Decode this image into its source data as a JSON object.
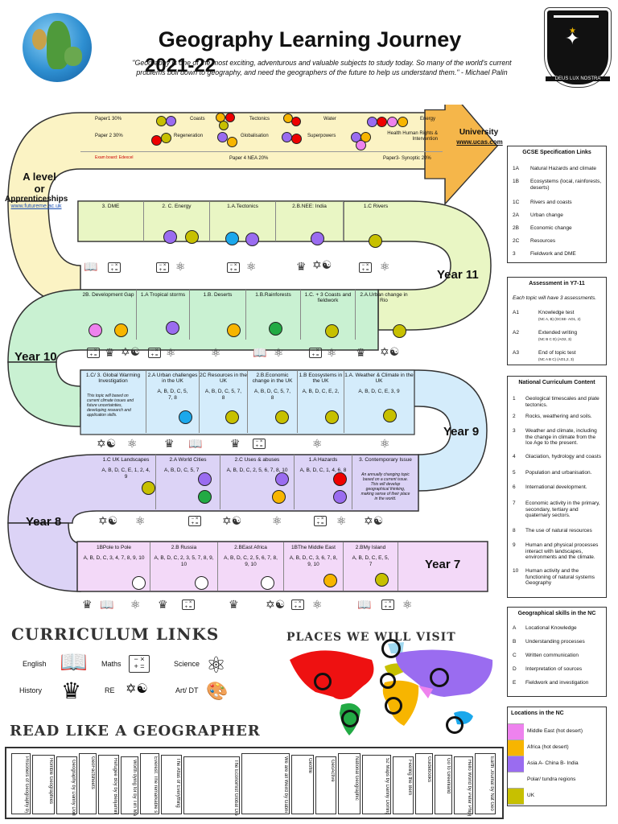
{
  "header": {
    "title": "Geography Learning Journey",
    "year": "2021-22",
    "quote": "\"Geography is one of the most exciting, adventurous and valuable subjects to study today. So many of the world's current problems boil down to geography, and need the geographers of the future to help us understand them.\" - Michael Palin",
    "crest_motto": "DEUS LUX NOSTRA"
  },
  "colors": {
    "alevel": "#fbf3c4",
    "year11": "#e9f6c4",
    "year10": "#c9f1d2",
    "year9": "#d4ecfb",
    "year8": "#dcd3f6",
    "year7": "#f3d9f8",
    "arrow": "#f5b64a"
  },
  "alevel": {
    "label_a": "A level",
    "label_or": "or",
    "label_app": "Apprenticeships",
    "link": "www.futureme.ac.uk",
    "paper1": "Paper1  30%",
    "paper2": "Paper 2  30%",
    "exam_board": "Exam board: Edexcel",
    "paper4": "Paper 4 NEA  20%",
    "paper3": "Paper3- Synoptic   20%",
    "topics": [
      "Coasts",
      "Tectonics",
      "Water",
      "Energy",
      "Regeneration",
      "Globalisation",
      "Superpowers",
      "Health Human Rights & Intervention"
    ],
    "university": "University",
    "university_link": "www.ucas.com"
  },
  "year11": {
    "label": "Year 11",
    "topics": [
      "3. DME",
      "2. C. Energy",
      "1.A.Tectonics",
      "2.B.NEE: India",
      "1.C Rivers"
    ]
  },
  "year10": {
    "label": "Year 10",
    "topics": [
      "2B. Development Gap",
      "1.A Tropical storms",
      "1.B. Deserts",
      "1.B.Rainforests",
      "1.C. + 3 Coasts and fieldwork",
      "2.A.Urban change in Rio"
    ]
  },
  "year9": {
    "label": "Year 9",
    "topics": [
      "1.C/ 3. Global Warming Investigation",
      "2.A Urban challenges in the UK",
      "2C Resources in the UK",
      "2.B.Economic change in the UK",
      "1.B Ecosystems in the UK",
      "1.A. Weather & Climate in the UK"
    ],
    "skills": [
      "",
      "A, B, D, C, 5, 7, 8",
      "A, B, D, C, 5, 7, 8",
      "A, B, D, C, 5, 7, 8",
      "A, B, D, C, E, 2,",
      "A, B, D, C, E, 3, 9"
    ],
    "note": "This topic will based on current climate issues and future uncertainties, developing research and application skills."
  },
  "year8": {
    "label": "Year 8",
    "topics": [
      "1.C UK Landscapes",
      "2.A World Cities",
      "2.C Uses & abuses",
      "1.A Hazards",
      "3. Contemporary Issue"
    ],
    "skills": [
      "A, B, D, C, E, 1, 2, 4, 9",
      "A, B, D, C, 5, 7",
      "A, B, D, C, 2, 5, 6, 7, 8, 10",
      "A, B, D, C, 1, 4, 6, 8",
      ""
    ],
    "note": "An annually changing topic based on a current issue. This will develop geographical thinking, making sense of their place in the world."
  },
  "year7": {
    "label": "Year 7",
    "topics": [
      "1BPole to Pole",
      "2.B Russia",
      "2.BEast Africa",
      "1BThe Middle East",
      "2.BMy Island"
    ],
    "skills": [
      "A, B, D, C, 3, 4, 7, 8, 9, 10",
      "A, B, D, C, 2, 3, 5, 7, 8, 9, 10",
      "A, B, D, C, 2, 5, 6, 7, 8, 9, 10",
      "A, B, D, C, 3, 6, 7, 8, 9, 10",
      "A, B, D, C, E, 5, 7"
    ]
  },
  "gcse": {
    "title": "GCSE Specification Links",
    "rows": [
      {
        "code": "1A",
        "text": "Natural Hazards and climate"
      },
      {
        "code": "1B",
        "text": "Ecosystems (local, rainforests, deserts)"
      },
      {
        "code": "1C",
        "text": "Rivers and coasts"
      },
      {
        "code": "2A",
        "text": "Urban change"
      },
      {
        "code": "2B",
        "text": "Economic change"
      },
      {
        "code": "2C",
        "text": "Resources"
      },
      {
        "code": "3",
        "text": "Fieldwork and DME"
      }
    ]
  },
  "assessment": {
    "title": "Assessment in Y7-11",
    "intro": "Each topic will have 3 assessments.",
    "rows": [
      {
        "code": "A1",
        "text": "Knowledge test",
        "sub": "(NC A, B) (GCSE- AO1, 2)"
      },
      {
        "code": "A2",
        "text": "Extended writing",
        "sub": "(NC B C D) (AO2, 3)"
      },
      {
        "code": "A3",
        "text": "End of topic test",
        "sub": "(NC A B C) (AO1,2, 3)"
      }
    ]
  },
  "national_curriculum": {
    "title": "National Curriculum Content",
    "rows": [
      {
        "code": "1",
        "text": "Geological timescales and plate tectonics."
      },
      {
        "code": "2",
        "text": "Rocks, weathering and soils."
      },
      {
        "code": "3",
        "text": "Weather and climate, including the change in climate from the Ice Age to the present."
      },
      {
        "code": "4",
        "text": "Glaciation, hydrology and coasts"
      },
      {
        "code": "5",
        "text": "Population and urbanisation."
      },
      {
        "code": "6",
        "text": "International development."
      },
      {
        "code": "7",
        "text": "Economic activity in the primary, secondary, tertiary and quaternary sectors."
      },
      {
        "code": "8",
        "text": "The use of natural resources"
      },
      {
        "code": "9",
        "text": "Human and physical processes interact with landscapes, environments and the climate."
      },
      {
        "code": "10",
        "text": "Human activity and the functioning of natural systems Geography"
      }
    ]
  },
  "skills": {
    "title": "Geographical skills in the NC",
    "rows": [
      {
        "code": "A",
        "text": "Locational Knowledge"
      },
      {
        "code": "B",
        "text": "Understanding processes"
      },
      {
        "code": "C",
        "text": "Written communication"
      },
      {
        "code": "D",
        "text": "Interpretation of sources"
      },
      {
        "code": "E",
        "text": "Fieldwork and investigation"
      }
    ]
  },
  "locations": {
    "title": "Locations in the NC",
    "rows": [
      {
        "text": "Middle East  (hot desert)",
        "color": "#ee82ee"
      },
      {
        "text": "Africa    (hot desert)",
        "color": "#f7b500"
      },
      {
        "text": "Asia  A- China  B- India",
        "color": "#9a6cf0"
      },
      {
        "text": "Polar/ tundra  regions",
        "color": "#ffffff"
      },
      {
        "text": "UK",
        "color": "#c7c000"
      }
    ]
  },
  "curriculum_links": {
    "title": "CURRICULUM LINKS",
    "items": [
      "English",
      "Maths",
      "Science",
      "History",
      "RE",
      "Art/ DT"
    ]
  },
  "places": {
    "title": "PLACES WE WILL VISIT"
  },
  "read": {
    "title": "READ LIKE A GEOGRAPHER",
    "books": [
      "Prisoners of Geography by Tim Marshall",
      "Horrible Geographies",
      "Geography by Danny Dorling",
      "GeoFactsheets",
      "Refugee Boy by Benjamin Zephaniah",
      "Worth dying for by Tim Marshall",
      "Everest: The remarkable story of Edmund Hillary",
      "The Atlas of Everything",
      "The Economist Global Discontents by Noam Chomsky",
      "We are all Weird by Gabriella",
      "Geofile",
      "GeoActive",
      "National Geographic",
      "52 Maps by Danny Dorling",
      "Feeling the Bern",
      "Guidebooks",
      "Go to Greenland",
      "Hello World by Peter Phipps",
      "Earth Journal by Nat Geo"
    ]
  }
}
